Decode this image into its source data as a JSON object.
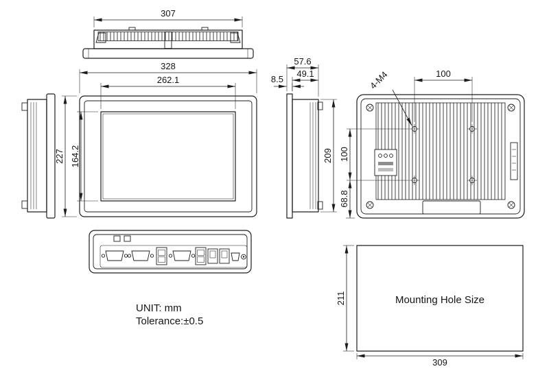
{
  "meta": {
    "unit": "UNIT: mm",
    "tolerance": "Tolerance:±0.5"
  },
  "top_view": {
    "body_width": "307"
  },
  "front_view": {
    "overall_width": "328",
    "display_width": "262.1",
    "overall_height": "227",
    "display_height": "164.2"
  },
  "side_view": {
    "bezel_depth": "8.5",
    "overall_depth": "57.6",
    "body_depth": "49.1",
    "body_height": "209"
  },
  "rear_view": {
    "mount_hole_label": "4-M4",
    "hole_spacing_x": "100",
    "hole_spacing_y": "100",
    "hole_offset_bottom": "68.8"
  },
  "mounting": {
    "label": "Mounting Hole Size",
    "cutout_height": "211",
    "cutout_width": "309"
  }
}
